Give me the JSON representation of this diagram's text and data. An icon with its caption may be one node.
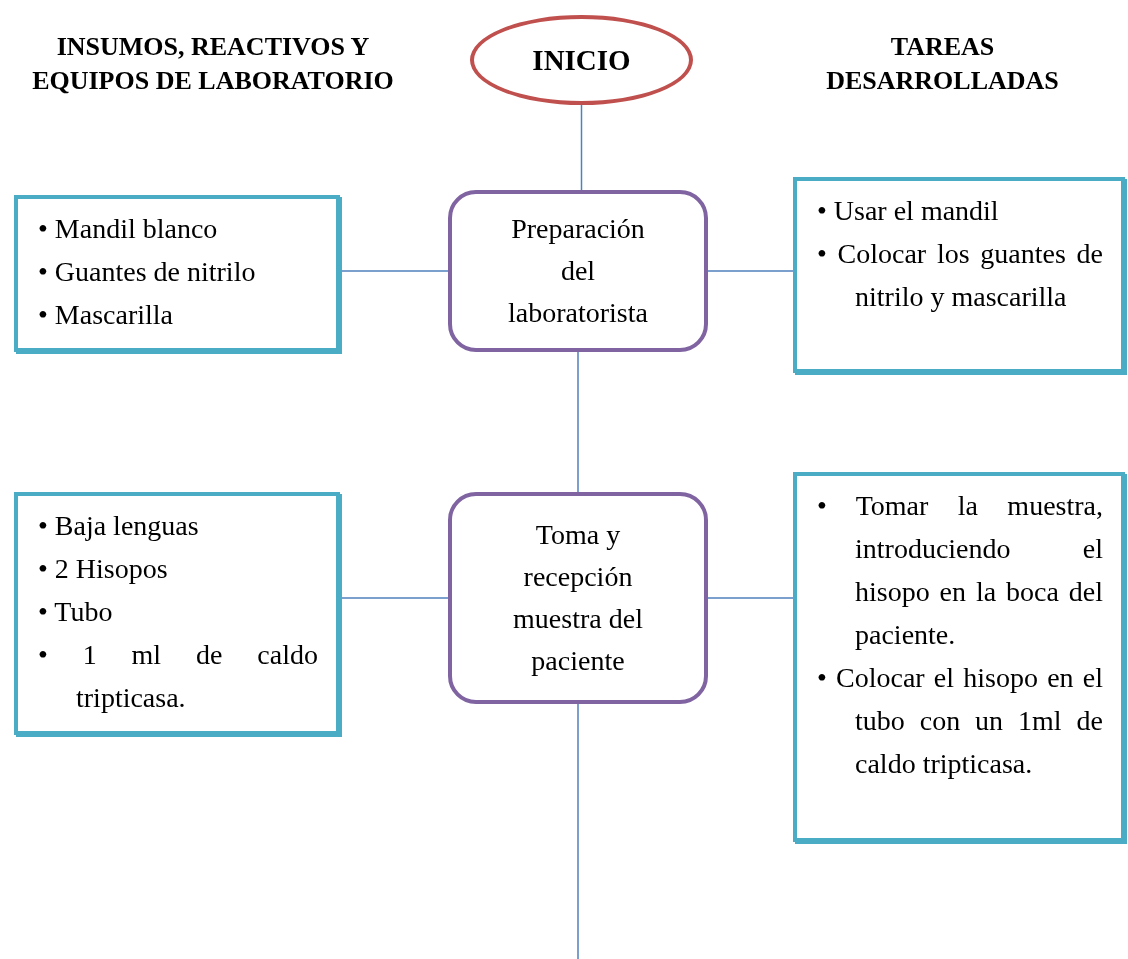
{
  "diagram": {
    "nodes": [
      {
        "text": [
          "INICIO"
        ]
      },
      {
        "text": [
          "• Mandil blanco",
          "• Guantes de nitrilo",
          "• Mascarilla"
        ]
      },
      {
        "text": [
          "Preparación del laboratorista"
        ]
      },
      {
        "text": [
          "• Usar el mandil",
          "• Colocar los guantes de nitrilo y mascarilla"
        ]
      },
      {
        "text": [
          "• Baja lenguas",
          "• 2 Hisopos",
          "• Tubo",
          "• 1 ml de caldo tripticasa."
        ]
      },
      {
        "text": [
          "Toma y recepción muestra del paciente"
        ]
      },
      {
        "text": [
          "• Tomar la muestra, introduciendo el hisopo en la boca del paciente.",
          "• Colocar el hisopo en el tubo con un 1ml de caldo tripticasa."
        ]
      }
    ],
    "edges": [
      {
        "from": 0,
        "to": 2,
        "arrow": "none"
      },
      {
        "from": 1,
        "to": 2,
        "arrow": "none"
      },
      {
        "from": 2,
        "to": 3,
        "arrow": "none"
      },
      {
        "from": 2,
        "to": 5,
        "arrow": "none"
      },
      {
        "from": 4,
        "to": 5,
        "arrow": "none"
      },
      {
        "from": 5,
        "to": 6,
        "arrow": "none"
      },
      {
        "from": 5,
        "to": null,
        "arrow": "none"
      }
    ],
    "labels": [
      "INSUMOS, REACTIVOS Y EQUIPOS DE LABORATORIO",
      "TAREAS DESARROLLADAS"
    ]
  }
}
